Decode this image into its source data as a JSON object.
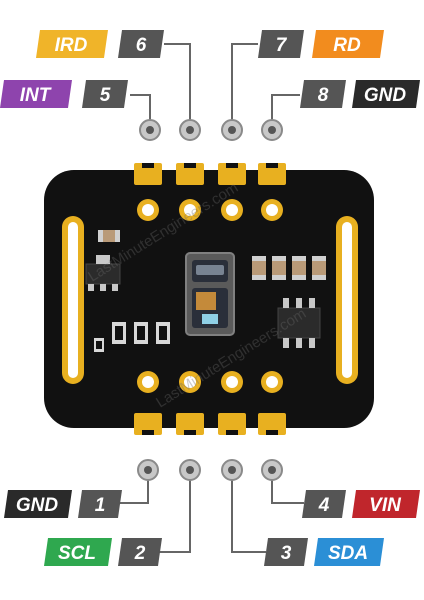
{
  "colors": {
    "board": "#111111",
    "gold": "#e8b020",
    "tag_dark": "#2a2a2a",
    "tag_num": "#555555",
    "ird": "#f0b429",
    "rd": "#f28c1e",
    "int": "#8e44ad",
    "vin": "#c0262c",
    "scl": "#2fa84f",
    "sda": "#2b8fd6",
    "pin": "#9a9a9a",
    "line": "#666666"
  },
  "watermark": "LastMinuteEngineers.com",
  "top_pins": [
    {
      "number": "5",
      "label": "INT",
      "label_color": "#8e44ad"
    },
    {
      "number": "6",
      "label": "IRD",
      "label_color": "#f0b429"
    },
    {
      "number": "7",
      "label": "RD",
      "label_color": "#f28c1e"
    },
    {
      "number": "8",
      "label": "GND",
      "label_color": "#2a2a2a"
    }
  ],
  "bottom_pins": [
    {
      "number": "1",
      "label": "GND",
      "label_color": "#2a2a2a"
    },
    {
      "number": "2",
      "label": "SCL",
      "label_color": "#2fa84f"
    },
    {
      "number": "3",
      "label": "SDA",
      "label_color": "#2b8fd6"
    },
    {
      "number": "4",
      "label": "VIN",
      "label_color": "#c0262c"
    }
  ]
}
